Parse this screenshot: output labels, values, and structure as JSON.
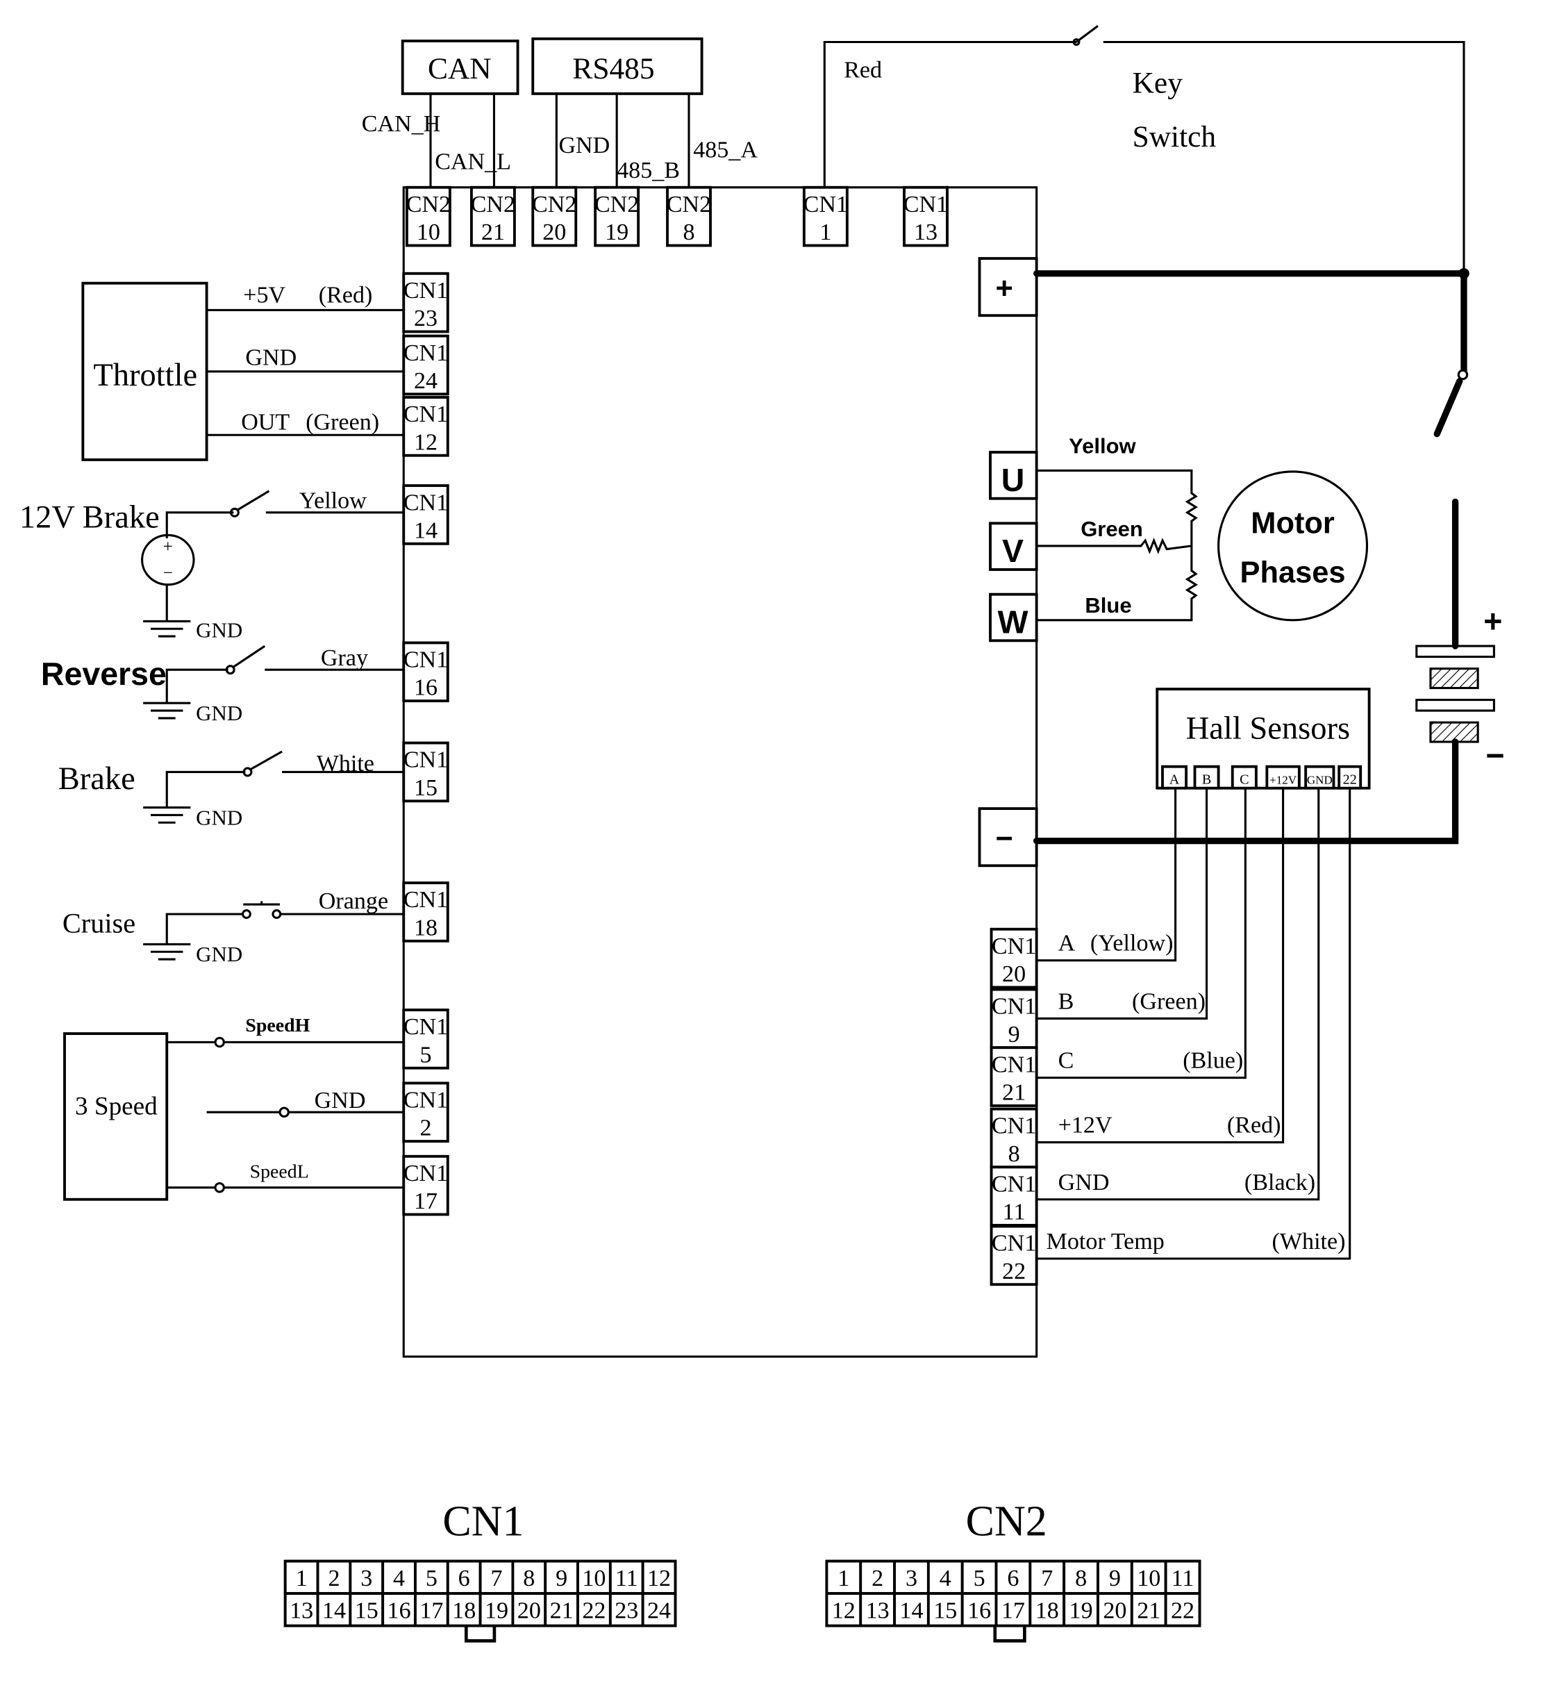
{
  "diagram": {
    "type": "wiring-schematic",
    "top_bus": {
      "can": {
        "label": "CAN",
        "wires": [
          "CAN_H",
          "CAN_L"
        ]
      },
      "rs485": {
        "label": "RS485",
        "wires": [
          "GND",
          "485_B",
          "485_A"
        ]
      },
      "key_switch": {
        "label_line1": "Key",
        "label_line2": "Switch",
        "wire_color": "Red"
      }
    },
    "top_pins": [
      {
        "conn": "CN2",
        "pin": "10"
      },
      {
        "conn": "CN2",
        "pin": "21"
      },
      {
        "conn": "CN2",
        "pin": "20"
      },
      {
        "conn": "CN2",
        "pin": "19"
      },
      {
        "conn": "CN2",
        "pin": "8"
      },
      {
        "conn": "CN1",
        "pin": "1"
      },
      {
        "conn": "CN1",
        "pin": "13"
      }
    ],
    "left_pins": [
      {
        "conn": "CN1",
        "pin": "23"
      },
      {
        "conn": "CN1",
        "pin": "24"
      },
      {
        "conn": "CN1",
        "pin": "12"
      },
      {
        "conn": "CN1",
        "pin": "14"
      },
      {
        "conn": "CN1",
        "pin": "16"
      },
      {
        "conn": "CN1",
        "pin": "15"
      },
      {
        "conn": "CN1",
        "pin": "18"
      },
      {
        "conn": "CN1",
        "pin": "5"
      },
      {
        "conn": "CN1",
        "pin": "2"
      },
      {
        "conn": "CN1",
        "pin": "17"
      }
    ],
    "throttle": {
      "label": "Throttle",
      "wires": [
        {
          "name": "+5V",
          "color": "(Red)"
        },
        {
          "name": "GND",
          "color": ""
        },
        {
          "name": "OUT",
          "color": "(Green)"
        }
      ]
    },
    "brake12v": {
      "label": "12V Brake",
      "wire": "Yellow",
      "plus": "+",
      "minus": "−",
      "gnd": "GND"
    },
    "reverse": {
      "label": "Reverse",
      "wire": "Gray",
      "gnd": "GND"
    },
    "brake": {
      "label": "Brake",
      "wire": "White",
      "gnd": "GND"
    },
    "cruise": {
      "label": "Cruise",
      "wire": "Orange",
      "gnd": "GND"
    },
    "three_speed": {
      "label": "3 Speed",
      "wires": [
        "SpeedH",
        "GND",
        "SpeedL"
      ]
    },
    "power": {
      "plus_terminal": "+",
      "minus_terminal": "−",
      "battery_plus": "+",
      "battery_minus": "−"
    },
    "motor": {
      "label_line1": "Motor",
      "label_line2": "Phases",
      "phases": [
        {
          "terminal": "U",
          "color": "Yellow"
        },
        {
          "terminal": "V",
          "color": "Green"
        },
        {
          "terminal": "W",
          "color": "Blue"
        }
      ]
    },
    "hall_sensors": {
      "label": "Hall Sensors",
      "pins": [
        "A",
        "B",
        "C",
        "+12V",
        "GND",
        "22"
      ]
    },
    "right_pins": [
      {
        "conn": "CN1",
        "pin": "20",
        "signal": "A",
        "color": "(Yellow)"
      },
      {
        "conn": "CN1",
        "pin": "9",
        "signal": "B",
        "color": "(Green)"
      },
      {
        "conn": "CN1",
        "pin": "21",
        "signal": "C",
        "color": "(Blue)"
      },
      {
        "conn": "CN1",
        "pin": "8",
        "signal": "+12V",
        "color": "(Red)"
      },
      {
        "conn": "CN1",
        "pin": "11",
        "signal": "GND",
        "color": "(Black)"
      },
      {
        "conn": "CN1",
        "pin": "22",
        "signal": "Motor Temp",
        "color": "(White)"
      }
    ],
    "cn1_connector": {
      "title": "CN1",
      "row1": [
        "1",
        "2",
        "3",
        "4",
        "5",
        "6",
        "7",
        "8",
        "9",
        "10",
        "11",
        "12"
      ],
      "row2": [
        "13",
        "14",
        "15",
        "16",
        "17",
        "18",
        "19",
        "20",
        "21",
        "22",
        "23",
        "24"
      ]
    },
    "cn2_connector": {
      "title": "CN2",
      "row1": [
        "1",
        "2",
        "3",
        "4",
        "5",
        "6",
        "7",
        "8",
        "9",
        "10",
        "11"
      ],
      "row2": [
        "12",
        "13",
        "14",
        "15",
        "16",
        "17",
        "18",
        "19",
        "20",
        "21",
        "22"
      ]
    }
  }
}
